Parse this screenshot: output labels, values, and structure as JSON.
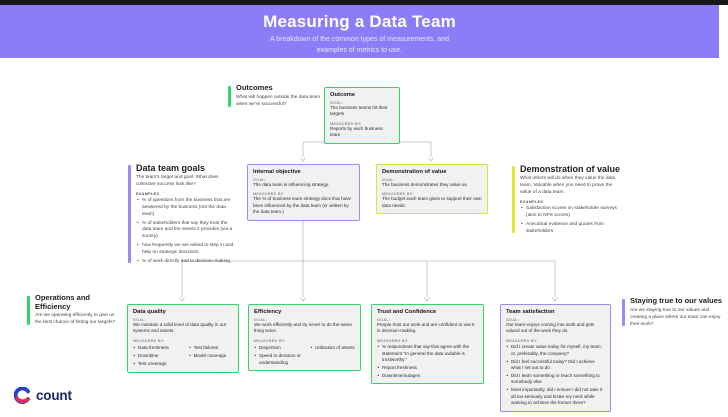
{
  "header": {
    "title": "Measuring a Data Team",
    "subtitle": [
      "A breakdown of the common types of measurements, and",
      "examples of metrics to use."
    ]
  },
  "labels": {
    "goal": "GOAL:",
    "measured_by": "MEASURED BY:",
    "examples": "EXAMPLES"
  },
  "colors": {
    "header_purple": "#8d7cf7",
    "green": "#33d46c",
    "purple": "#9b8bf4",
    "yellow": "#dfe63a",
    "box_background": "#f1f1f1",
    "connector_gray": "#c9c9c9",
    "logo_navy": "#1b2766",
    "logo_blue": "#2742c8",
    "logo_pink": "#ee2c5c"
  },
  "side_sections": [
    {
      "title": "Outcomes",
      "description": "What will happen outside the data team when we're successful?"
    },
    {
      "title": "Data team goals",
      "description": "The team's target and goal. What does collective success look like?",
      "examples": [
        "% of questions from the business that are answered by the business (not the data team)",
        "% of stakeholders that say they trust the data team and the assets it provides (via a survey)",
        "how frequently we are asked to step in and help on strategic decisions",
        "% of work directly tied to decision-making"
      ]
    },
    {
      "title": "Demonstration of value",
      "description": "What others will do when they value the data team. Valuable when you need to prove the value of a data team.",
      "examples": [
        "Satisfaction scores on stakeholder surveys (akin to NPS scores)",
        "Anecdotal evidence and quotes from stakeholders."
      ]
    },
    {
      "title": "Operations and Efficiency",
      "description": "Are we operating efficiently to give us the best chance of hitting our targets?"
    },
    {
      "title": "Staying true to our values",
      "description": "Are we staying true to our values and creating a place where our team can enjoy their work?"
    }
  ],
  "boxes": [
    {
      "title": "Outcome",
      "goal": "The business teams hit their targets",
      "measured_text": "Reports by each business team"
    },
    {
      "title": "Internal objective",
      "goal": "The data team is influencing strategy.",
      "measured_text": "The % of business team strategy docs that have been influenced by the data team (or written by the data team.)"
    },
    {
      "title": "Demonstration of value",
      "goal": "The business demonstrates they value us",
      "measured_text": "The budget each team gives to support their own data needs."
    },
    {
      "title": "Data quality",
      "goal": "We maintain a solid level of data quality in our systems and assets.",
      "measured_columns": [
        [
          "Data freshness",
          "Downtime",
          "Test coverage"
        ],
        [
          "Test failures",
          "Model coverage"
        ]
      ]
    },
    {
      "title": "Efficiency",
      "goal": "We work efficiently and try never to do the same thing twice.",
      "measured_columns": [
        [
          "Dispersion",
          "Speed to decision or understanding"
        ],
        [
          "Utilization of assets"
        ]
      ]
    },
    {
      "title": "Trust and Confidence",
      "goal": "People trust our work and are confident to use it in decision-making.",
      "measured_bullets": [
        "% respondents that say that agree with the statement \"In general the data avilable is trustworthy.\"",
        "Report freshness",
        "Downtime/outages"
      ]
    },
    {
      "title": "Team satisfaction",
      "goal": "Our team enjoys coming into work and gets valued out of the work they do.",
      "measured_bullets": [
        "Did I create value today for myself, my team, or, preferably, the company?",
        "Did I feel successful today? Did I achieve what I set out to do",
        "Did I learn something or teach something to somebody else",
        "Most importantly, did I ensure I did not take it all too seriously and broke my neck while wanting to achieve the former three?"
      ]
    }
  ],
  "footer": {
    "brand": "count"
  }
}
